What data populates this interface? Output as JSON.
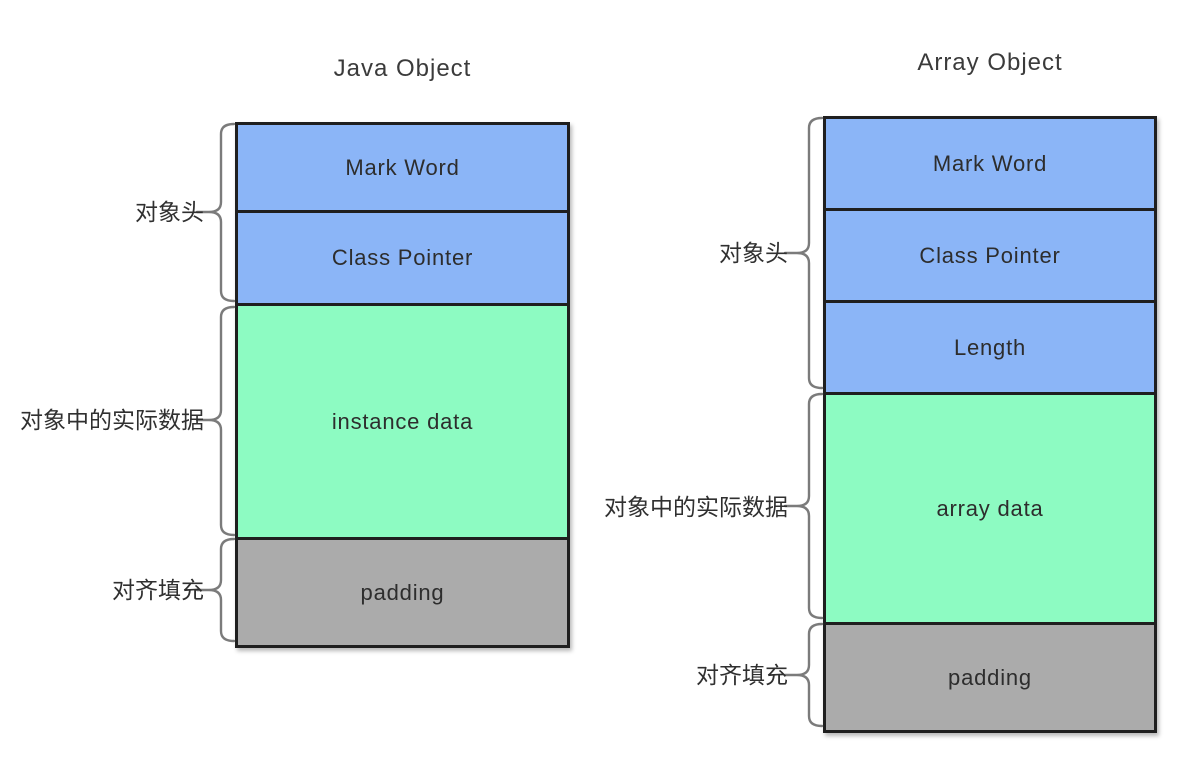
{
  "colors": {
    "header_fill": "#8bb5f7",
    "data_fill": "#8dfbc2",
    "padding_fill": "#ababab",
    "border": "#1f1f1f",
    "brace": "#7b7b7b",
    "text": "#303030"
  },
  "diagrams": [
    {
      "title": "Java Object",
      "blocks": [
        {
          "label": "Mark Word"
        },
        {
          "label": "Class Pointer"
        },
        {
          "label": "instance data"
        },
        {
          "label": "padding"
        }
      ],
      "group_labels": [
        {
          "label": "对象头"
        },
        {
          "label": "对象中的实际数据"
        },
        {
          "label": "对齐填充"
        }
      ]
    },
    {
      "title": "Array Object",
      "blocks": [
        {
          "label": "Mark Word"
        },
        {
          "label": "Class Pointer"
        },
        {
          "label": "Length"
        },
        {
          "label": "array data"
        },
        {
          "label": "padding"
        }
      ],
      "group_labels": [
        {
          "label": "对象头"
        },
        {
          "label": "对象中的实际数据"
        },
        {
          "label": "对齐填充"
        }
      ]
    }
  ]
}
